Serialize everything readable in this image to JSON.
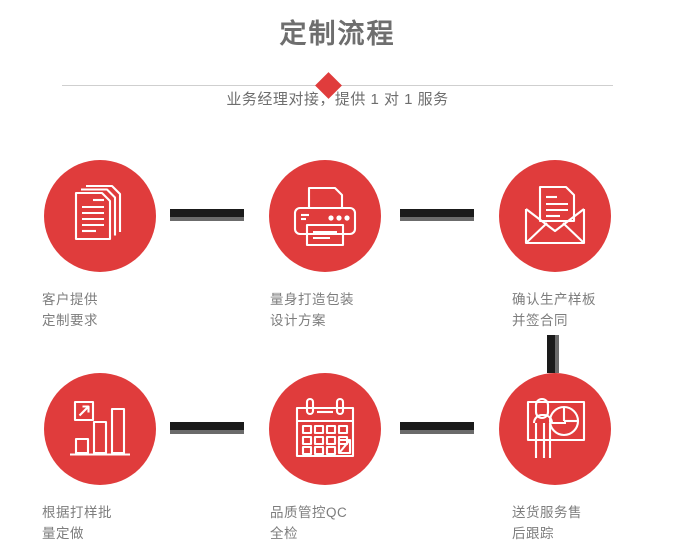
{
  "header": {
    "title": "定制流程",
    "subtitle": "业务经理对接，提供 1 对 1 服务",
    "accent_color": "#e03c3c",
    "title_color": "#6e6e6e",
    "divider_color": "#cfcfcf"
  },
  "steps": [
    {
      "index": 1,
      "icon": "documents-stack-icon",
      "label_line1": "客户提供",
      "label_line2": "定制要求"
    },
    {
      "index": 2,
      "icon": "printer-icon",
      "label_line1": "量身打造包装",
      "label_line2": "设计方案"
    },
    {
      "index": 3,
      "icon": "envelope-document-icon",
      "label_line1": "确认生产样板",
      "label_line2": "并签合同"
    },
    {
      "index": 4,
      "icon": "bar-chart-growth-icon",
      "label_line1": "根据打样批",
      "label_line2": "量定做"
    },
    {
      "index": 5,
      "icon": "calendar-check-icon",
      "label_line1": "品质管控QC",
      "label_line2": "全检"
    },
    {
      "index": 6,
      "icon": "presentation-person-piechart-icon",
      "label_line1": "送货服务售",
      "label_line2": "后跟踪"
    }
  ],
  "connectors": {
    "bar_color": "#1a1a1a",
    "shadow_color": "#6b6b6b"
  }
}
